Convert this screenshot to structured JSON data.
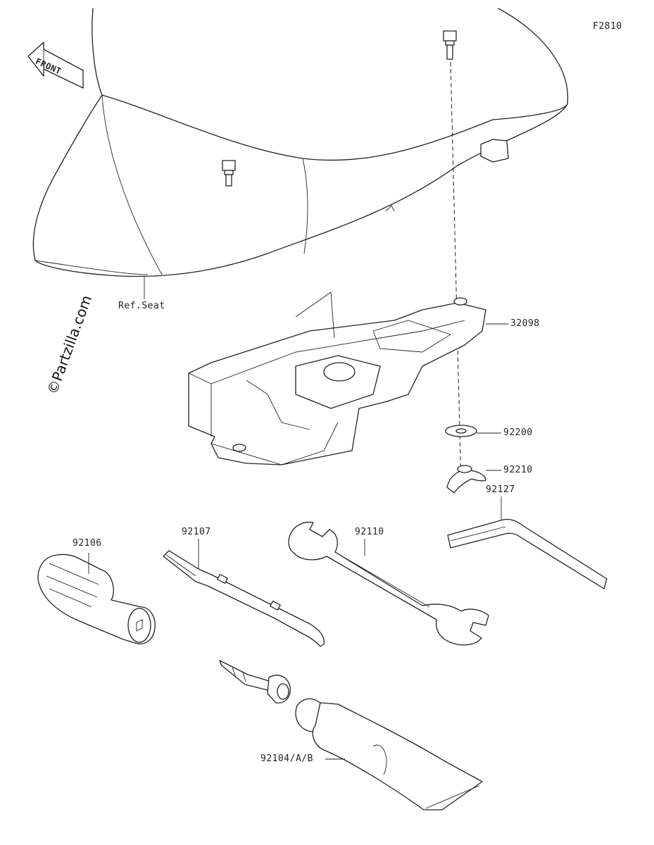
{
  "diagram_code": "F2810",
  "front_label": "FRONT",
  "ref_label": "Ref.Seat",
  "watermark": "©Partzilla.com",
  "parts": [
    {
      "number": "32098"
    },
    {
      "number": "92200"
    },
    {
      "number": "92210"
    },
    {
      "number": "92127"
    },
    {
      "number": "92106"
    },
    {
      "number": "92107"
    },
    {
      "number": "92110"
    },
    {
      "number": "92104/A/B"
    }
  ],
  "colors": {
    "line": "#222222",
    "background": "#ffffff"
  }
}
